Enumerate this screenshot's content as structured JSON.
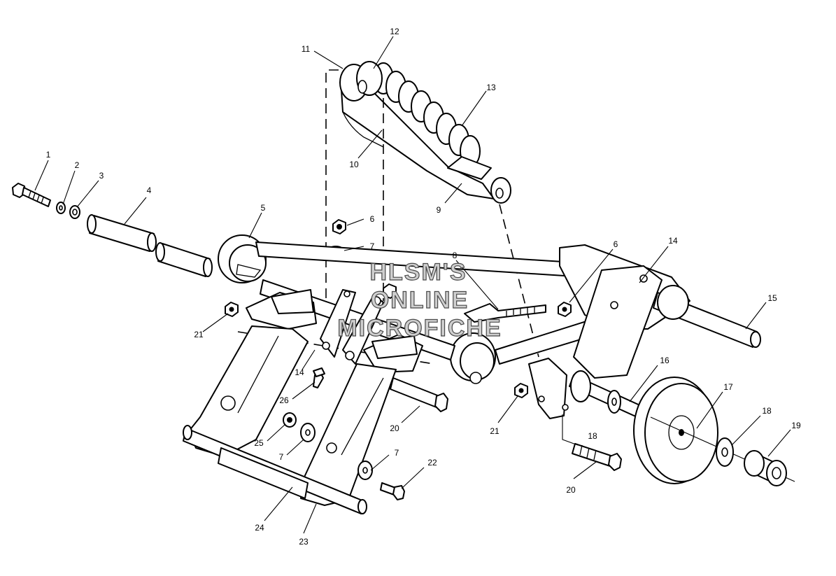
{
  "watermark": {
    "line1": "HLSM'S",
    "line2": "ONLINE",
    "line3": "MICROFICHE"
  },
  "callouts": [
    {
      "id": "c1",
      "label": "1"
    },
    {
      "id": "c2",
      "label": "2"
    },
    {
      "id": "c3",
      "label": "3"
    },
    {
      "id": "c4",
      "label": "4"
    },
    {
      "id": "c5",
      "label": "5"
    },
    {
      "id": "c6a",
      "label": "6"
    },
    {
      "id": "c6b",
      "label": "6"
    },
    {
      "id": "c7a",
      "label": "7"
    },
    {
      "id": "c7b",
      "label": "7"
    },
    {
      "id": "c7c",
      "label": "7"
    },
    {
      "id": "c8",
      "label": "8"
    },
    {
      "id": "c9",
      "label": "9"
    },
    {
      "id": "c10",
      "label": "10"
    },
    {
      "id": "c11",
      "label": "11"
    },
    {
      "id": "c12",
      "label": "12"
    },
    {
      "id": "c13",
      "label": "13"
    },
    {
      "id": "c14a",
      "label": "14"
    },
    {
      "id": "c14b",
      "label": "14"
    },
    {
      "id": "c15",
      "label": "15"
    },
    {
      "id": "c16",
      "label": "16"
    },
    {
      "id": "c17",
      "label": "17"
    },
    {
      "id": "c18a",
      "label": "18"
    },
    {
      "id": "c18b",
      "label": "18"
    },
    {
      "id": "c19",
      "label": "19"
    },
    {
      "id": "c20a",
      "label": "20"
    },
    {
      "id": "c20b",
      "label": "20"
    },
    {
      "id": "c21a",
      "label": "21"
    },
    {
      "id": "c21b",
      "label": "21"
    },
    {
      "id": "c22",
      "label": "22"
    },
    {
      "id": "c23",
      "label": "23"
    },
    {
      "id": "c24",
      "label": "24"
    },
    {
      "id": "c25",
      "label": "25"
    },
    {
      "id": "c26",
      "label": "26"
    }
  ]
}
